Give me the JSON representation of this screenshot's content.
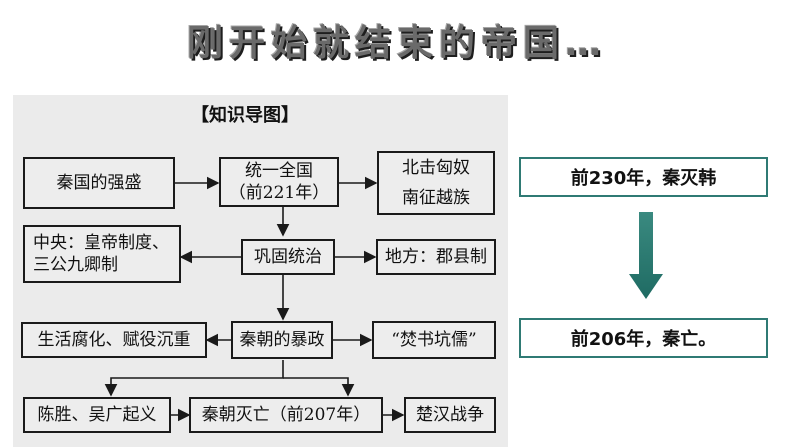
{
  "title": "刚开始就结束的帝国…",
  "mindmap": {
    "heading": "【知识导图】",
    "nodes": {
      "qin_power": "秦国的强盛",
      "unify": [
        "统一全国",
        "（前221年）"
      ],
      "north": "北击匈奴",
      "south": "南征越族",
      "central": [
        "中央：皇帝制度、",
        "三公九卿制"
      ],
      "consolidate": "巩固统治",
      "local": "地方：郡县制",
      "corrupt": "生活腐化、赋役沉重",
      "tyranny": "秦朝的暴政",
      "burn_books": "“焚书坑儒”",
      "uprising": "陈胜、吴广起义",
      "fall": "秦朝灭亡（前207年）",
      "chu_han": "楚汉战争"
    }
  },
  "timeline": {
    "event1": "前230年，秦灭韩",
    "event2": "前206年，秦亡。",
    "accent": "#2f7a74",
    "arrow_top": "#3a8a80",
    "arrow_bottom": "#1f6b63"
  }
}
